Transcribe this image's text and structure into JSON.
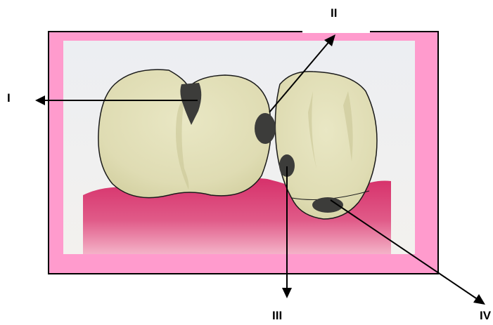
{
  "labels": {
    "i": "I",
    "ii": "II",
    "iii": "III",
    "iv": "IV"
  },
  "colors": {
    "frame_pink": "#ff9bcd",
    "background": "#edeef0",
    "tooth": "#dfdcb3",
    "tooth_shadow": "#c9c696",
    "gum": "#d6306a",
    "gum_light": "#f4a1bd",
    "lesion": "#3c3c3a",
    "outline": "#000000"
  }
}
